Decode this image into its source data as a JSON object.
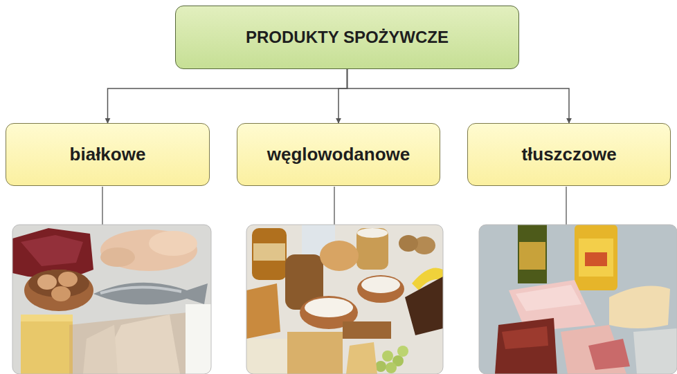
{
  "diagram": {
    "nodes": [
      {
        "text": [
          "PRODUKTY SPOŻYWCZE"
        ]
      },
      {
        "text": [
          "białkowe"
        ]
      },
      {
        "text": [
          "węglowodanowe"
        ]
      },
      {
        "text": [
          "tłuszczowe"
        ]
      }
    ],
    "edges": [
      {
        "from": 0,
        "to": 1,
        "arrow": "to"
      },
      {
        "from": 0,
        "to": 2,
        "arrow": "to"
      },
      {
        "from": 0,
        "to": 3,
        "arrow": "to"
      }
    ]
  }
}
